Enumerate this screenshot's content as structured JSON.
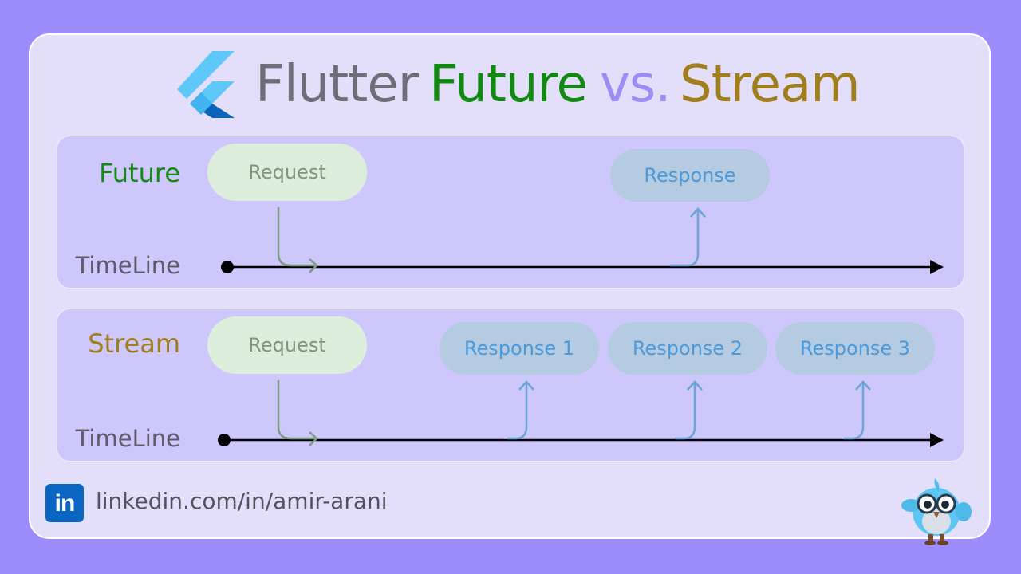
{
  "title": {
    "flutter": "Flutter",
    "future": "Future",
    "vs": "vs.",
    "stream": "Stream"
  },
  "future_panel": {
    "label": "Future",
    "timeline_label": "TimeLine",
    "request": "Request",
    "response": "Response"
  },
  "stream_panel": {
    "label": "Stream",
    "timeline_label": "TimeLine",
    "request": "Request",
    "responses": [
      "Response 1",
      "Response 2",
      "Response 3"
    ]
  },
  "footer": {
    "linkedin_icon_text": "in",
    "linkedin_url": "linkedin.com/in/amir-arani"
  },
  "colors": {
    "background": "#9d8cfb",
    "future": "#128a12",
    "stream": "#a07e1c",
    "vs": "#9c8df5",
    "request_fill": "#deeedc",
    "response_fill": "#b5cbe1",
    "response_text": "#4b9adb",
    "linkedin": "#0a66c2"
  },
  "icons": [
    "flutter-logo",
    "linkedin-icon",
    "dash-mascot-icon"
  ]
}
